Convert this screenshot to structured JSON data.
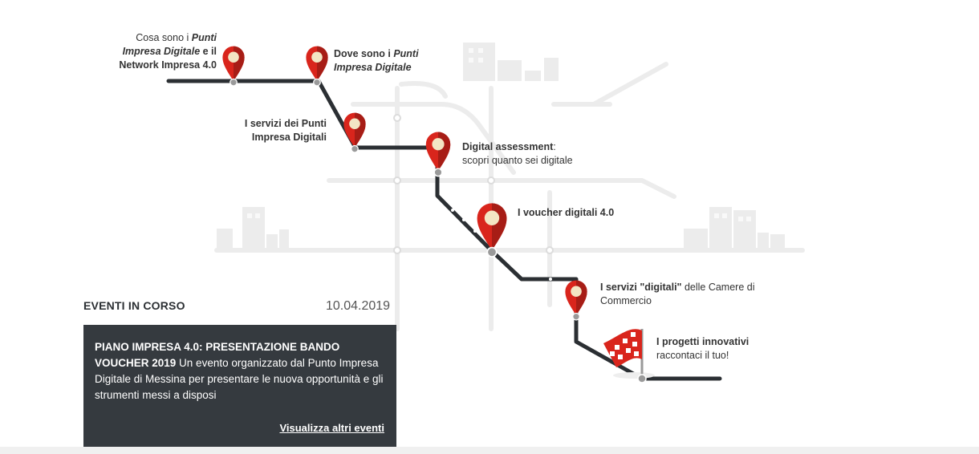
{
  "stops": [
    {
      "name": "stop-1",
      "parts": [
        {
          "t": "Cosa sono i ",
          "s": "n"
        },
        {
          "t": "Punti Impresa Digitale",
          "s": "i"
        },
        {
          "t": " e il Network Impresa 4.0",
          "s": "b"
        }
      ]
    },
    {
      "name": "stop-2",
      "parts": [
        {
          "t": "Dove sono i ",
          "s": "b"
        },
        {
          "t": "Punti Impresa Digitale",
          "s": "i"
        }
      ]
    },
    {
      "name": "stop-3",
      "parts": [
        {
          "t": "I servizi dei Punti Impresa Digitali",
          "s": "b"
        }
      ]
    },
    {
      "name": "stop-4",
      "parts": [
        {
          "t": "Digital assessment",
          "s": "b"
        },
        {
          "t": ":",
          "s": "n"
        },
        {
          "t": "\nscopri quanto sei digitale",
          "s": "n"
        }
      ]
    },
    {
      "name": "stop-5",
      "parts": [
        {
          "t": "I voucher digitali 4.0",
          "s": "b"
        }
      ]
    },
    {
      "name": "stop-6",
      "parts": [
        {
          "t": "I servizi \"digitali\"",
          "s": "b"
        },
        {
          "t": " delle Camere di Commercio",
          "s": "n"
        }
      ]
    },
    {
      "name": "stop-7",
      "parts": [
        {
          "t": "I progetti innovativi",
          "s": "b"
        },
        {
          "t": "\nraccontaci il tuo!",
          "s": "n"
        }
      ]
    }
  ],
  "events": {
    "heading": "EVENTI IN CORSO",
    "date": "10.04.2019",
    "title": "PIANO IMPRESA 4.0: PRESENTAZIONE BANDO VOUCHER 2019",
    "body": " Un evento organizzato dal Punto Impresa Digitale di Messina per presentare le nuova opportunità e gli strumenti messi a disposi",
    "link": "Visualizza altri eventi"
  },
  "colors": {
    "route": "#2b2f33",
    "pin": "#d9251c",
    "pin_dark": "#a71d16",
    "pin_center": "#f3e6c4",
    "bg_lines": "#ececec"
  },
  "icons": [
    "map-pin-icon",
    "checkered-flag-icon",
    "building-icon"
  ]
}
